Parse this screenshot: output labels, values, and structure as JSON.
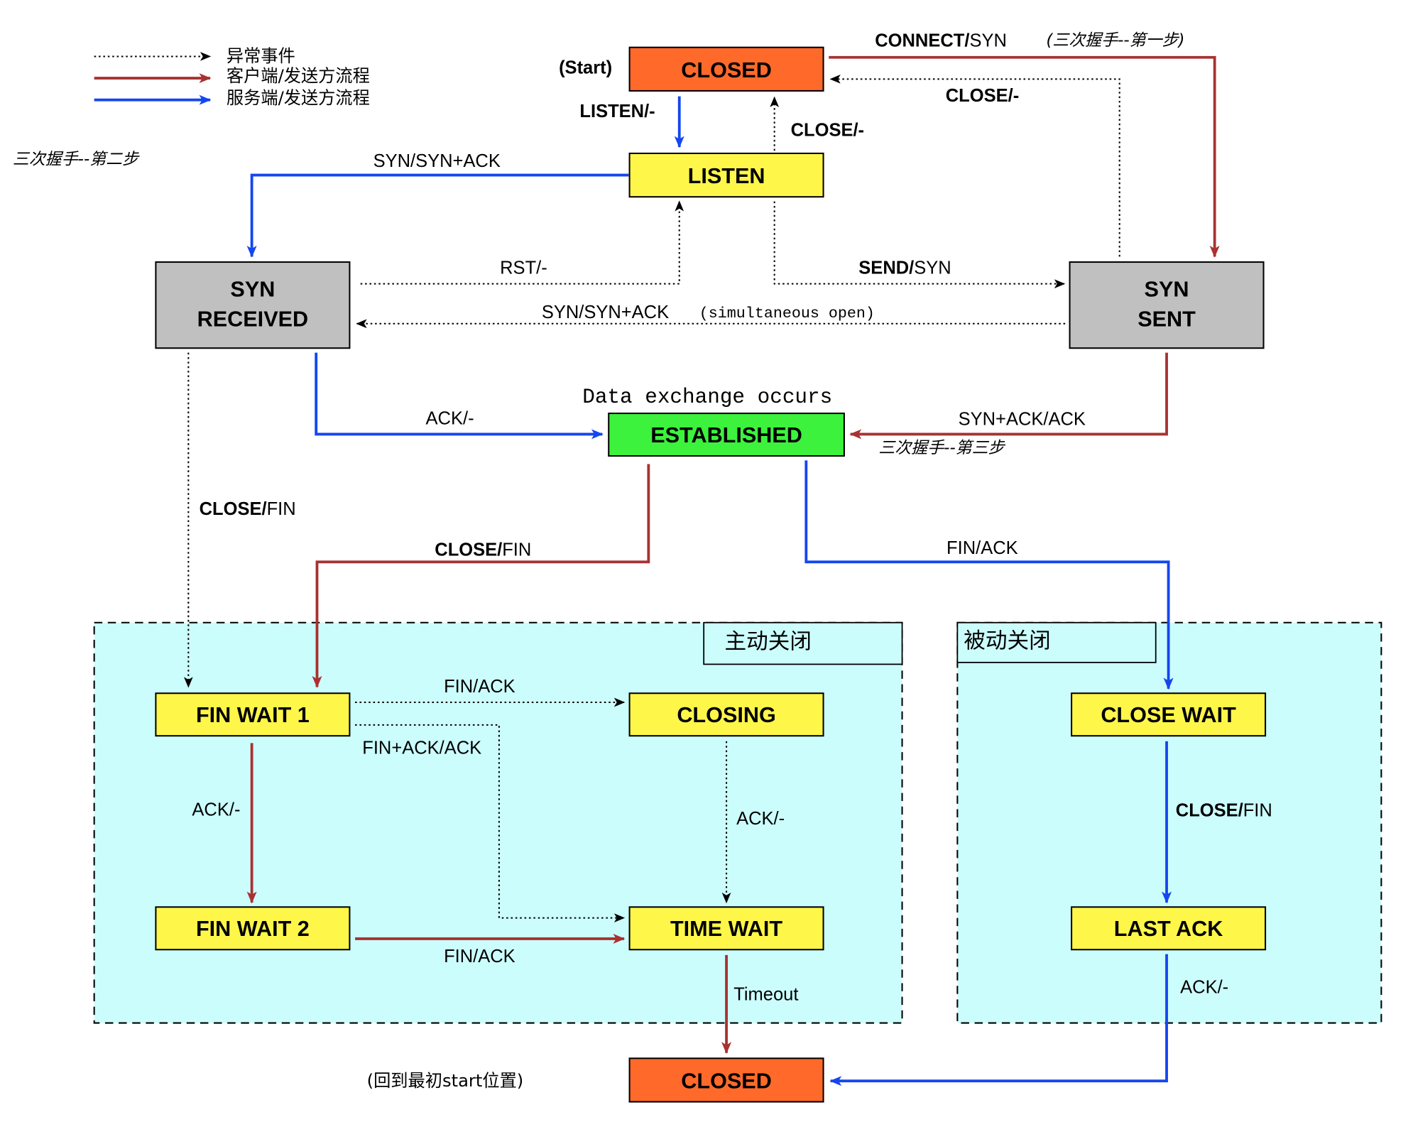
{
  "legend": {
    "items": [
      {
        "label": "异常事件",
        "style": "dotted",
        "color": "#000000"
      },
      {
        "label": "客户端/发送方流程",
        "style": "solid",
        "color": "#a83232"
      },
      {
        "label": "服务端/发送方流程",
        "style": "solid",
        "color": "#1446f0"
      }
    ]
  },
  "colors": {
    "closed": "#ff6a2a",
    "normal": "#fff64a",
    "syn": "#c0c0c0",
    "established": "#3cf23c",
    "region": "#ccfdfd",
    "client": "#a83232",
    "server": "#1446f0"
  },
  "states": {
    "closed_top": "CLOSED",
    "listen": "LISTEN",
    "syn_received_1": "SYN",
    "syn_received_2": "RECEIVED",
    "syn_sent_1": "SYN",
    "syn_sent_2": "SENT",
    "established": "ESTABLISHED",
    "fin_wait_1": "FIN WAIT 1",
    "closing": "CLOSING",
    "fin_wait_2": "FIN WAIT 2",
    "time_wait": "TIME WAIT",
    "close_wait": "CLOSE WAIT",
    "last_ack": "LAST ACK",
    "closed_bottom": "CLOSED"
  },
  "annotations": {
    "start": "(Start)",
    "handshake_step2": "三次握手--第二步",
    "handshake_step1": "(三次握手--第一步)",
    "handshake_step3": "三次握手--第三步",
    "data_exchange": "Data exchange occurs",
    "active_close": "主动关闭",
    "passive_close": "被动关闭",
    "back_to_start": "(回到最初start位置)"
  },
  "transitions": {
    "connect_syn_bold": "CONNECT/",
    "connect_syn_rest": "SYN",
    "close_top_right": "CLOSE/-",
    "listen": "LISTEN/-",
    "close_listen": "CLOSE/-",
    "syn_synack": "SYN/SYN+ACK",
    "rst": "RST/-",
    "send_syn_bold": "SEND/",
    "send_syn_rest": "SYN",
    "simultaneous_label": "SYN/SYN+ACK",
    "simultaneous_note": "(simultaneous open)",
    "ack_established": "ACK/-",
    "synack_ack": "SYN+ACK/ACK",
    "close_fin_left_bold": "CLOSE/",
    "close_fin_left_rest": "FIN",
    "close_fin_mid_bold": "CLOSE/",
    "close_fin_mid_rest": "FIN",
    "fin_ack_passive": "FIN/ACK",
    "fin_ack_closing": "FIN/ACK",
    "finack_ack": "FIN+ACK/ACK",
    "ack_finwait": "ACK/-",
    "ack_closing": "ACK/-",
    "fin_ack_timewait": "FIN/ACK",
    "timeout": "Timeout",
    "close_fin_passive_bold": "CLOSE/",
    "close_fin_passive_rest": "FIN",
    "ack_lastack": "ACK/-"
  }
}
